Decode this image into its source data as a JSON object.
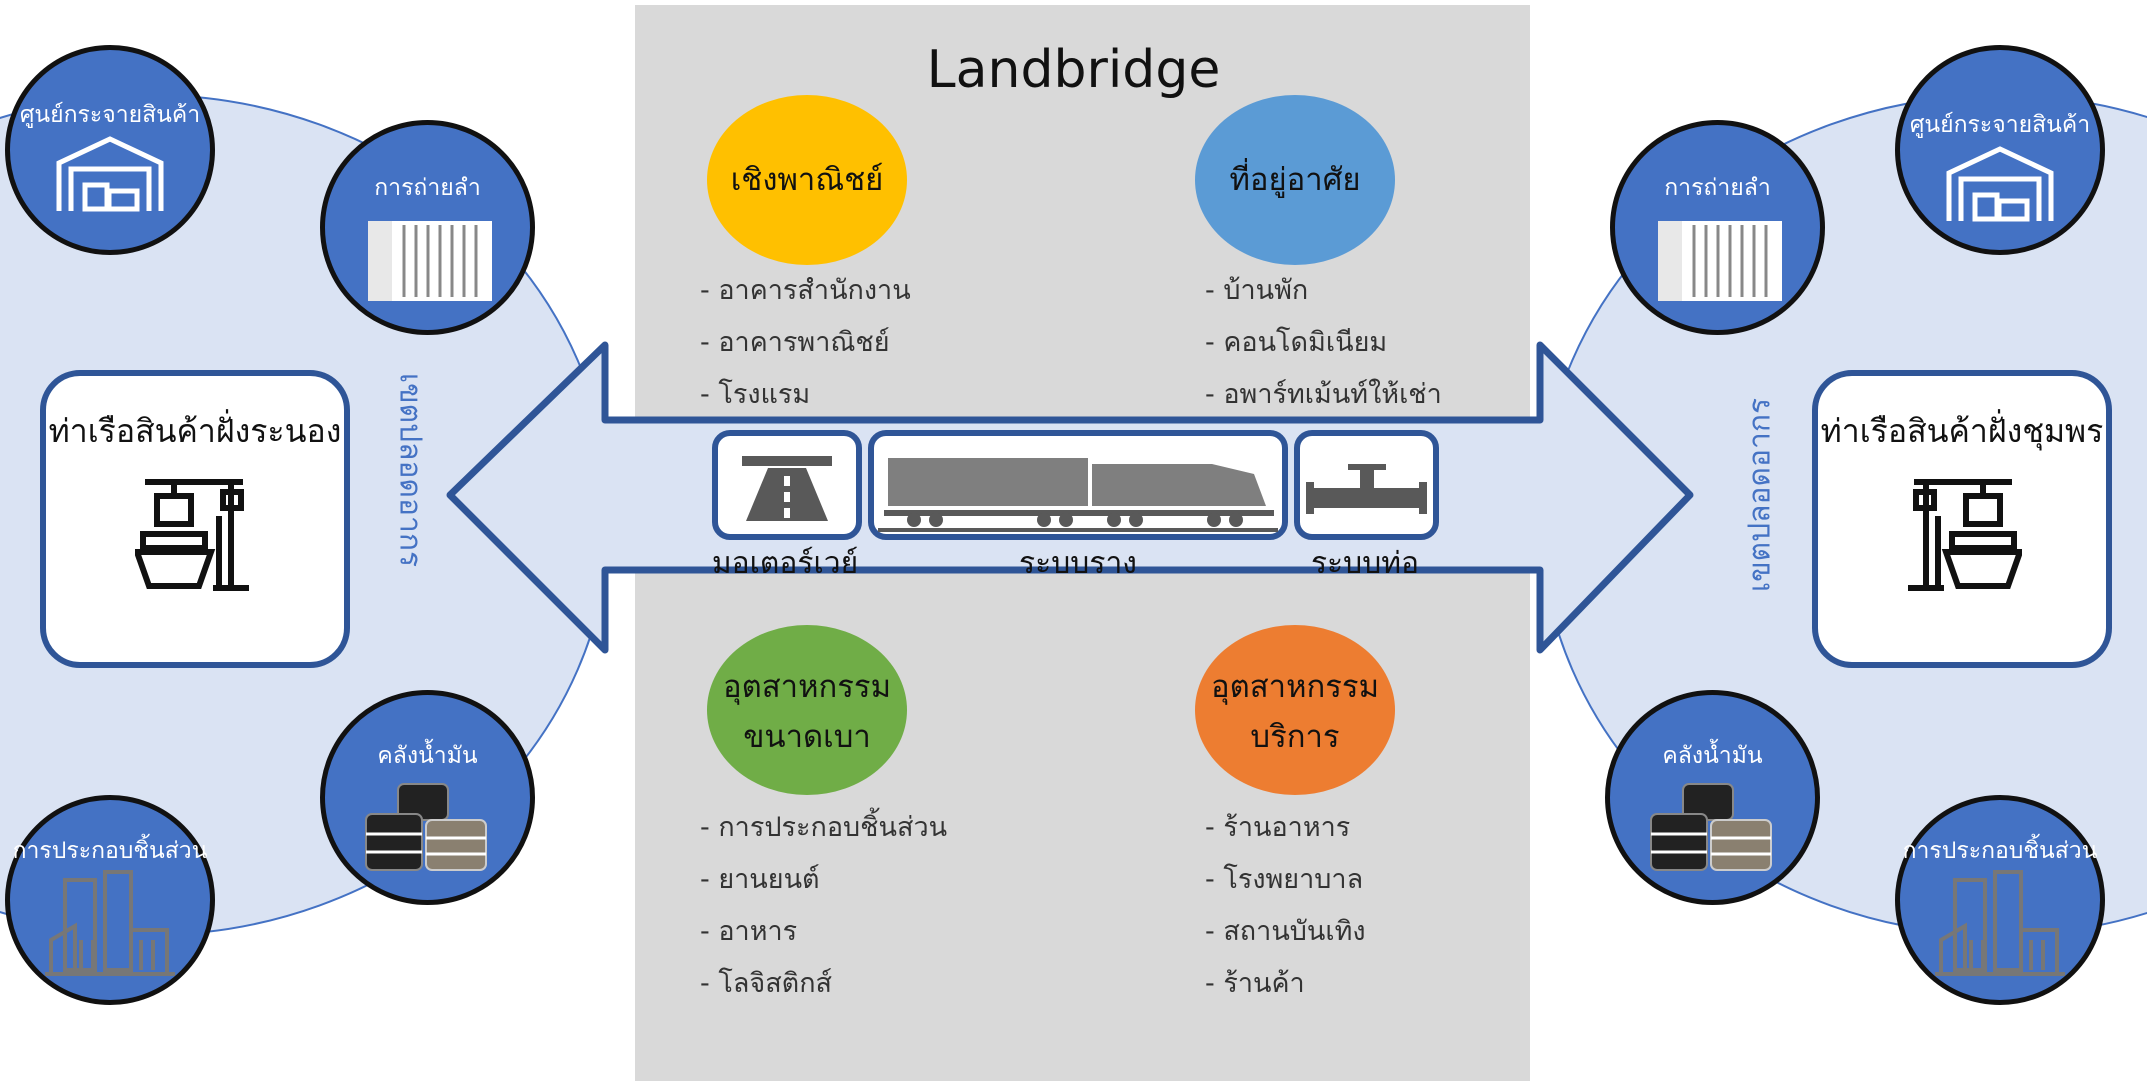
{
  "title": "Landbridge",
  "categories": [
    {
      "id": "commercial",
      "label": "เชิงพาณิชย์",
      "color": "#ffc000",
      "items": [
        "- อาคารสำนักงาน",
        "- อาคารพาณิชย์",
        "- โรงแรม"
      ]
    },
    {
      "id": "residential",
      "label": "ที่อยู่อาศัย",
      "color": "#5b9bd5",
      "items": [
        "- บ้านพัก",
        "- คอนโดมิเนียม",
        "- อพาร์ทเม้นท์ให้เช่า"
      ]
    },
    {
      "id": "light-industry",
      "label_line1": "อุตสาหกรรม",
      "label_line2": "ขนาดเบา",
      "color": "#70ad47",
      "items": [
        "- การประกอบชิ้นส่วน",
        "- ยานยนต์",
        "- อาหาร",
        "- โลจิสติกส์"
      ]
    },
    {
      "id": "service-industry",
      "label_line1": "อุตสาหกรรม",
      "label_line2": "บริการ",
      "color": "#ed7d31",
      "items": [
        "- ร้านอาหาร",
        "- โรงพยาบาล",
        "- สถานบันเทิง",
        "- ร้านค้า"
      ]
    }
  ],
  "transport": {
    "motorway": "มอเตอร์เวย์",
    "rail": "ระบบราง",
    "pipeline": "ระบบท่อ"
  },
  "left": {
    "port": "ท่าเรือสินค้าฝั่งระนอง",
    "zone": "เขตปลอดอากร",
    "distribution": "ศูนย์กระจายสินค้า",
    "transshipment": "การถ่ายลำ",
    "oil": "คลังน้ำมัน",
    "assembly": "การประกอบชิ้นส่วน"
  },
  "right": {
    "port": "ท่าเรือสินค้าฝั่งชุมพร",
    "zone": "เขตปลอดอากร",
    "distribution": "ศูนย์กระจายสินค้า",
    "transshipment": "การถ่ายลำ",
    "oil": "คลังน้ำมัน",
    "assembly": "การประกอบชิ้นส่วน"
  },
  "colors": {
    "node_blue": "#4472c4",
    "arrow_fill": "#dae3f3",
    "arrow_border": "#2f5597",
    "center_panel": "#d9d9d9",
    "zone_fill": "#dae3f3"
  }
}
